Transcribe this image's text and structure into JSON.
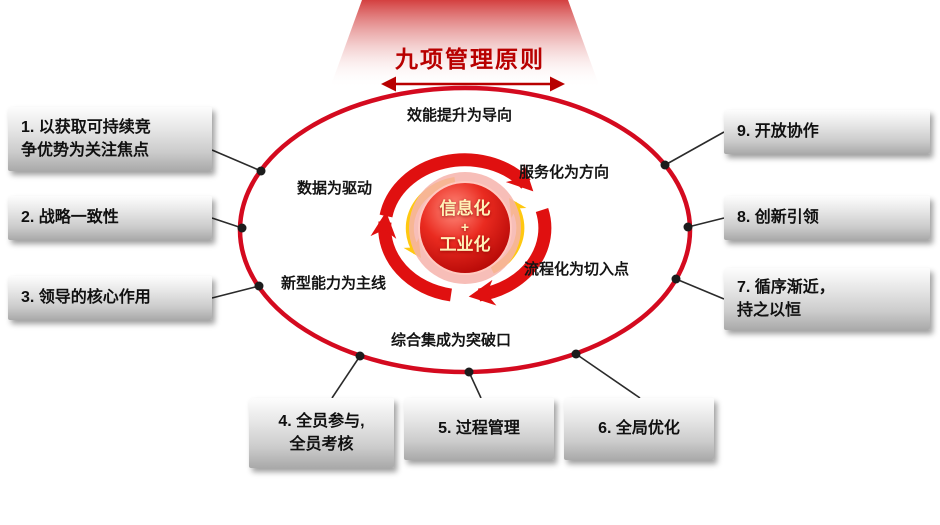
{
  "title": "九项管理原则",
  "center": {
    "line1": "信息化",
    "plus": "+",
    "line2": "工业化"
  },
  "inner_labels": {
    "top": "效能提升为导向",
    "right_top": "服务化为方向",
    "left_top": "数据为驱动",
    "right_bottom": "流程化为切入点",
    "left_bottom": "新型能力为主线",
    "bottom": "综合集成为突破口"
  },
  "boxes": {
    "p1": "1. 以获取可持续竞\n争优势为关注焦点",
    "p2": "2. 战略一致性",
    "p3": "3. 领导的核心作用",
    "p4": "4. 全员参与,\n全员考核",
    "p5": "5. 过程管理",
    "p6": "6. 全局优化",
    "p7": "7. 循序渐近，\n持之以恒",
    "p8": "8. 创新引领",
    "p9": "9. 开放协作"
  },
  "colors": {
    "title_red": "#b80000",
    "ellipse_red": "#d40a1f",
    "arrow_red": "#e01010",
    "arrow_yellow": "#ffc810",
    "center_circle_red": "#c90b0b",
    "center_text": "#fff2b8",
    "box_gray": "#cccccc",
    "text_black": "#141414"
  }
}
